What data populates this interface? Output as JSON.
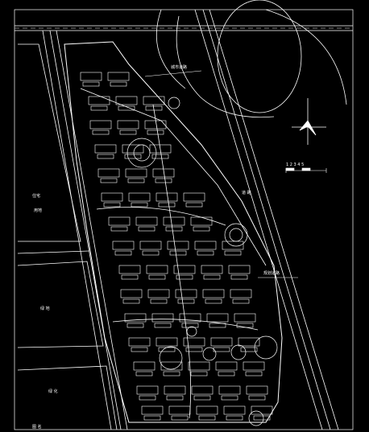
{
  "drawing": {
    "background": "#000000",
    "line_color": "#ffffff",
    "annotations": {
      "road_note_top": "城市道路",
      "road_note_mid": "规划道路",
      "road_note_east": "道 路",
      "scale_bar": "1  2  3  4  5",
      "plot_west_upper": "住宅",
      "plot_west_upper2": "用地",
      "plot_west_mid": "绿 地",
      "plot_west_low": "绿 化",
      "bottom_note": "图 名"
    },
    "icons": [
      "north-arrow-icon",
      "scale-bar-icon"
    ]
  }
}
